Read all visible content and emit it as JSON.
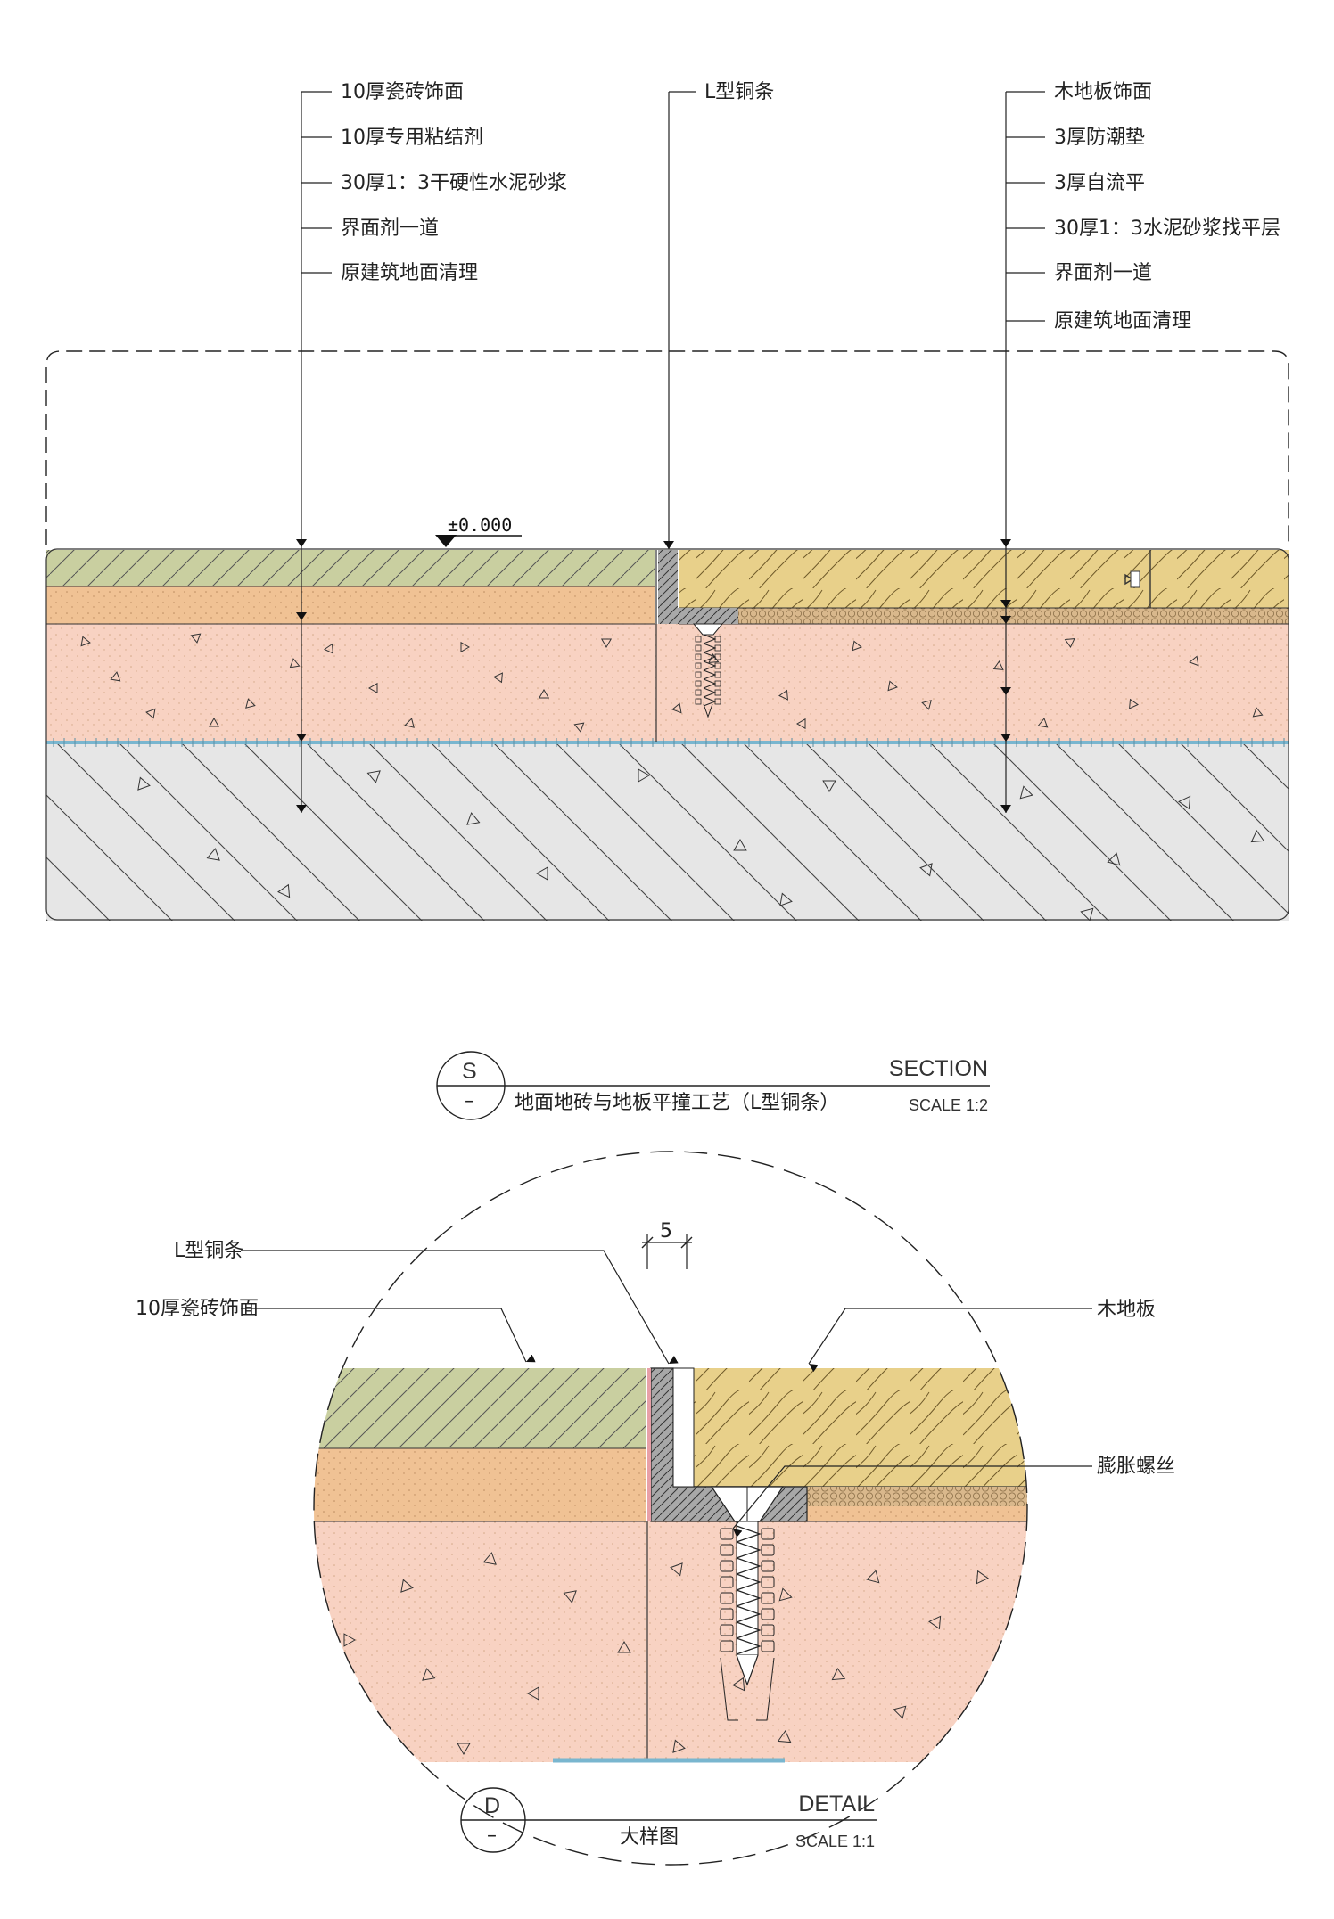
{
  "section_drawing": {
    "left_labels": [
      "10厚瓷砖饰面",
      "10厚专用粘结剂",
      "30厚1：3干硬性水泥砂浆",
      "界面剂一道",
      "原建筑地面清理"
    ],
    "center_label": "L型铜条",
    "right_labels": [
      "木地板饰面",
      "3厚防潮垫",
      "3厚自流平",
      "30厚1：3水泥砂浆找平层",
      "界面剂一道",
      "原建筑地面清理"
    ],
    "elevation_mark": "±0.000"
  },
  "section_title": {
    "symbol_letter": "S",
    "symbol_sub": "–",
    "heading": "SECTION",
    "name": "地面地砖与地板平撞工艺（L型铜条）",
    "scale": "SCALE 1:2"
  },
  "detail_drawing": {
    "labels": {
      "copper_strip": "L型铜条",
      "tile": "10厚瓷砖饰面",
      "wood_floor": "木地板",
      "screw": "膨胀螺丝"
    },
    "dimension": "5"
  },
  "detail_title": {
    "symbol_letter": "D",
    "symbol_sub": "–",
    "heading": "DETAIL",
    "name": "大样图",
    "scale": "SCALE 1:1"
  },
  "colors": {
    "tile": "#c9cfa0",
    "adhesive": "#f0c294",
    "mortar": "#f8d2c2",
    "concrete": "#e6e6e6",
    "wood": "#e8d08a",
    "moisture_pad": "#d9b88c",
    "copper": "#a8a8a8",
    "interface_line": "#79b6cf"
  }
}
